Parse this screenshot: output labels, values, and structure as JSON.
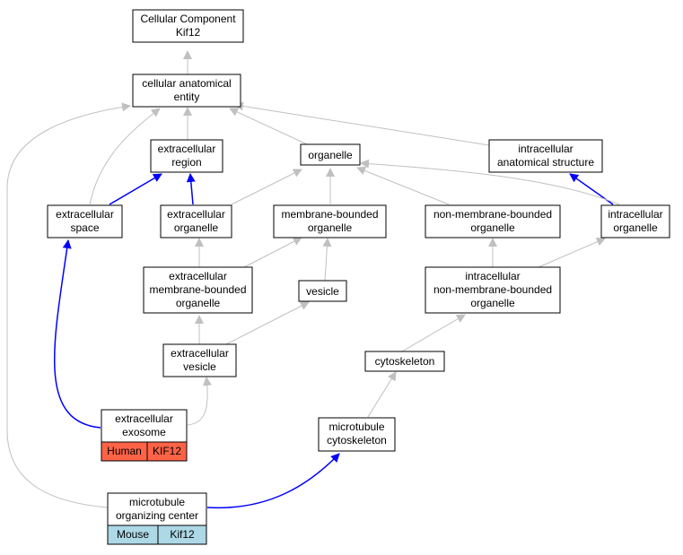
{
  "colors": {
    "edge_gray": "#c0c0c0",
    "edge_blue": "#0000ff",
    "human_fill": "#ff6347",
    "mouse_fill": "#add8e6",
    "node_border": "#000000"
  },
  "nodes": {
    "root": [
      "Cellular Component",
      "Kif12"
    ],
    "cae": [
      "cellular anatomical",
      "entity"
    ],
    "er": [
      "extracellular",
      "region"
    ],
    "org": [
      "organelle"
    ],
    "ias": [
      "intracellular",
      "anatomical structure"
    ],
    "es": [
      "extracellular",
      "space"
    ],
    "eo": [
      "extracellular",
      "organelle"
    ],
    "mbo": [
      "membrane-bounded",
      "organelle"
    ],
    "nmbo": [
      "non-membrane-bounded",
      "organelle"
    ],
    "io": [
      "intracellular",
      "organelle"
    ],
    "embo": [
      "extracellular",
      "membrane-bounded",
      "organelle"
    ],
    "ves": [
      "vesicle"
    ],
    "inmbo": [
      "intracellular",
      "non-membrane-bounded",
      "organelle"
    ],
    "ev": [
      "extracellular",
      "vesicle"
    ],
    "cyto": [
      "cytoskeleton"
    ],
    "exo": [
      "extracellular",
      "exosome"
    ],
    "mtc": [
      "microtubule",
      "cytoskeleton"
    ],
    "mtoc": [
      "microtubule",
      "organizing center"
    ]
  },
  "annotations": {
    "exo": [
      "Human",
      "KIF12"
    ],
    "mtoc": [
      "Mouse",
      "Kif12"
    ]
  }
}
